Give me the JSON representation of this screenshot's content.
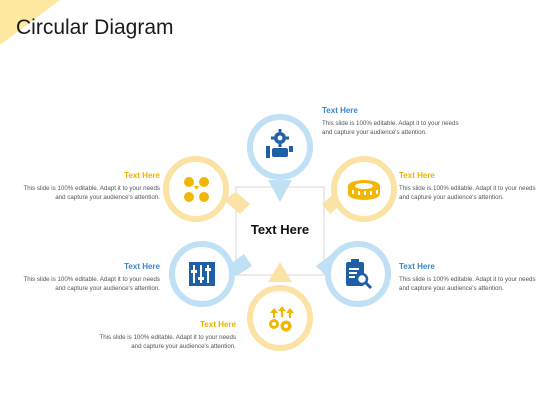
{
  "title": "Circular Diagram",
  "center": "Text Here",
  "colors": {
    "blue": "#bfe0f5",
    "blue_dark": "#1f5fa8",
    "gold": "#fbe3a6",
    "gold_dark": "#f2b705",
    "corner": "#fde8a0"
  },
  "nodes": [
    {
      "id": "top",
      "heading": "Text Here",
      "desc_1": "This slide is 100% editable.  Adapt it to your needs",
      "desc_2": "and capture your audience's attention.",
      "icon": "hand-gear-icon"
    },
    {
      "id": "upper-left",
      "heading": "Text Here",
      "desc_1": "This slide is 100% editable.  Adapt it to your needs",
      "desc_2": "and capture your audience's attention.",
      "icon": "circles-arrows-icon"
    },
    {
      "id": "upper-right",
      "heading": "Text Here",
      "desc_1": "This slide is 100% editable.  Adapt it to your needs",
      "desc_2": "and capture your audience's attention.",
      "icon": "tape-measure-icon"
    },
    {
      "id": "lower-left",
      "heading": "Text Here",
      "desc_1": "This slide is 100% editable.  Adapt it to your needs",
      "desc_2": "and capture your audience's attention.",
      "icon": "sliders-icon"
    },
    {
      "id": "lower-right",
      "heading": "Text Here",
      "desc_1": "This slide is 100% editable.  Adapt it to your needs",
      "desc_2": "and capture your audience's attention.",
      "icon": "clipboard-search-icon"
    },
    {
      "id": "bottom",
      "heading": "Text Here",
      "desc_1": "This slide is 100% editable.  Adapt it to your needs",
      "desc_2": "and capture your audience's attention.",
      "icon": "gears-arrows-icon"
    }
  ]
}
